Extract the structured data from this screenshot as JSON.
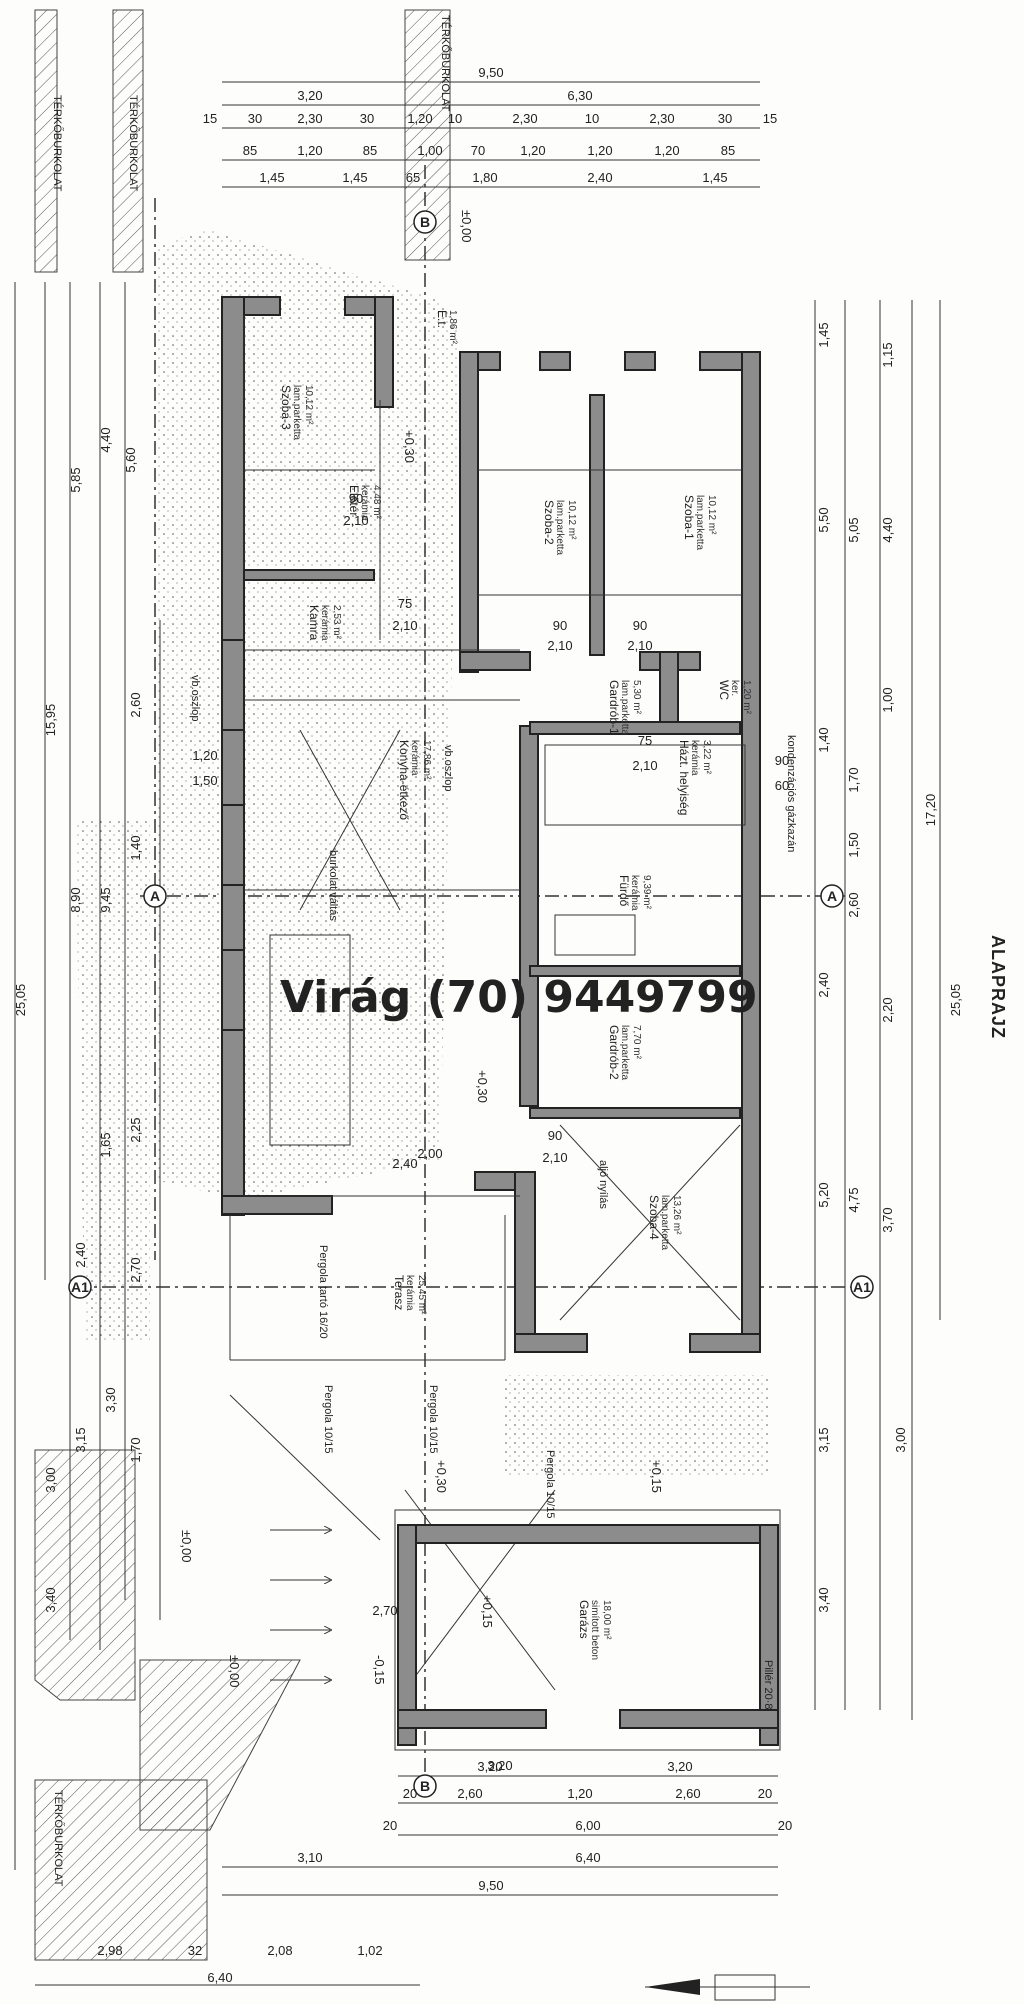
{
  "title": "ALAPRAJZ",
  "watermark": "Virág (70) 9449799",
  "paving_label": "TÉRKŐBURKOLAT",
  "axes": {
    "a": "A",
    "a1": "A1",
    "b": "B"
  },
  "top_dims": {
    "row1": [
      "9,50"
    ],
    "row2": [
      "3,20",
      "6,30"
    ],
    "row3": [
      "15",
      "30",
      "2,30",
      "30",
      "1,20",
      "10",
      "2,30",
      "10",
      "2,30",
      "30",
      "15"
    ],
    "row4": [
      "85",
      "1,20",
      "85",
      "1,00",
      "70",
      "1,20",
      "1,20",
      "1,20",
      "85"
    ],
    "row5": [
      "1,45",
      "1,45",
      "65",
      "1,80",
      "2,40",
      "1,45"
    ]
  },
  "bottom_dims": {
    "row1": [
      "3,20",
      "3,20"
    ],
    "row2": [
      "20",
      "2,60",
      "1,20",
      "2,60",
      "20"
    ],
    "row3": [
      "20",
      "6,00",
      "20"
    ],
    "row4": [
      "3,10",
      "6,40"
    ],
    "row5": [
      "9,50"
    ],
    "row6": [
      "2,98",
      "32",
      "2,08",
      "1,02"
    ],
    "row7": [
      "6,40"
    ]
  },
  "left_dims": [
    "15,95",
    "25,05",
    "8,90",
    "9,45",
    "5,85",
    "5,60",
    "4,40",
    "3,30",
    "3,00",
    "3,15",
    "3,40",
    "2,60",
    "1,70",
    "1,20",
    "1,50",
    "1,40",
    "2,25",
    "1,65",
    "2,40",
    "2,70"
  ],
  "right_dims": [
    "17,20",
    "25,05",
    "5,50",
    "5,05",
    "4,40",
    "2,60",
    "2,40",
    "2,20",
    "5,20",
    "4,75",
    "3,70",
    "3,00",
    "3,15",
    "3,40",
    "1,45",
    "1,15",
    "1,40",
    "1,00",
    "1,70",
    "1,50",
    "90",
    "60"
  ],
  "levels": {
    "zero": "±0,00",
    "plus30": "+0,30",
    "plus15": "+0,15",
    "minus15": "-0,15"
  },
  "rooms": [
    {
      "name": "Szoba-3",
      "floor": "lam.parketta",
      "area": "10,12 m²"
    },
    {
      "name": "Előtér",
      "floor": "kerámia",
      "area": "4,48 m²"
    },
    {
      "name": "Szoba-2",
      "floor": "lam.parketta",
      "area": "10,12 m²"
    },
    {
      "name": "Szoba-1",
      "floor": "lam.parketta",
      "area": "10,12 m²"
    },
    {
      "name": "Kamra",
      "floor": "kerámia",
      "area": "2,53 m²"
    },
    {
      "name": "Gardrób-1",
      "floor": "lam.parketta",
      "area": "5,30 m²"
    },
    {
      "name": "Konyha-étkező",
      "floor": "kerámia",
      "area": "17,86 m²"
    },
    {
      "name": "Házt. helyiség",
      "floor": "kerámia",
      "area": "3,22 m²"
    },
    {
      "name": "Fürdő",
      "floor": "kerámia",
      "area": "9,39 m²"
    },
    {
      "name": "Gardrób-2",
      "floor": "lam.parketta",
      "area": "7,70 m²"
    },
    {
      "name": "Szoba-4",
      "floor": "lam.parketta",
      "area": "13,26 m²"
    },
    {
      "name": "Terasz",
      "floor": "kerámia",
      "area": "25,45 m²"
    },
    {
      "name": "Garázs",
      "floor": "simított beton",
      "area": "18,00 m²"
    },
    {
      "name": "E.t.",
      "floor": "",
      "area": "1,86 m²"
    },
    {
      "name": "WC",
      "floor": "ker.",
      "area": "1,20 m²"
    }
  ],
  "notes": {
    "pergola_terasz": "Pergola tartó 16/20",
    "pergola1": "Pergola 10/15",
    "pergola2": "Pergola 10/15",
    "pergola3": "Pergola 10/15",
    "burkolat": "burkolat váltás",
    "kondenz": "kondenzációs gázkazán",
    "aljo": "aljó nyílás",
    "vb_oszlop": "vb.oszlop",
    "pill": "Pillér 20·8"
  },
  "openings": [
    "90",
    "2,10",
    "75",
    "2,10",
    "90",
    "2,10",
    "90",
    "2,10",
    "75",
    "2,10",
    "90",
    "2,10",
    "2,40",
    "2,00",
    "3,20",
    "2,70"
  ]
}
